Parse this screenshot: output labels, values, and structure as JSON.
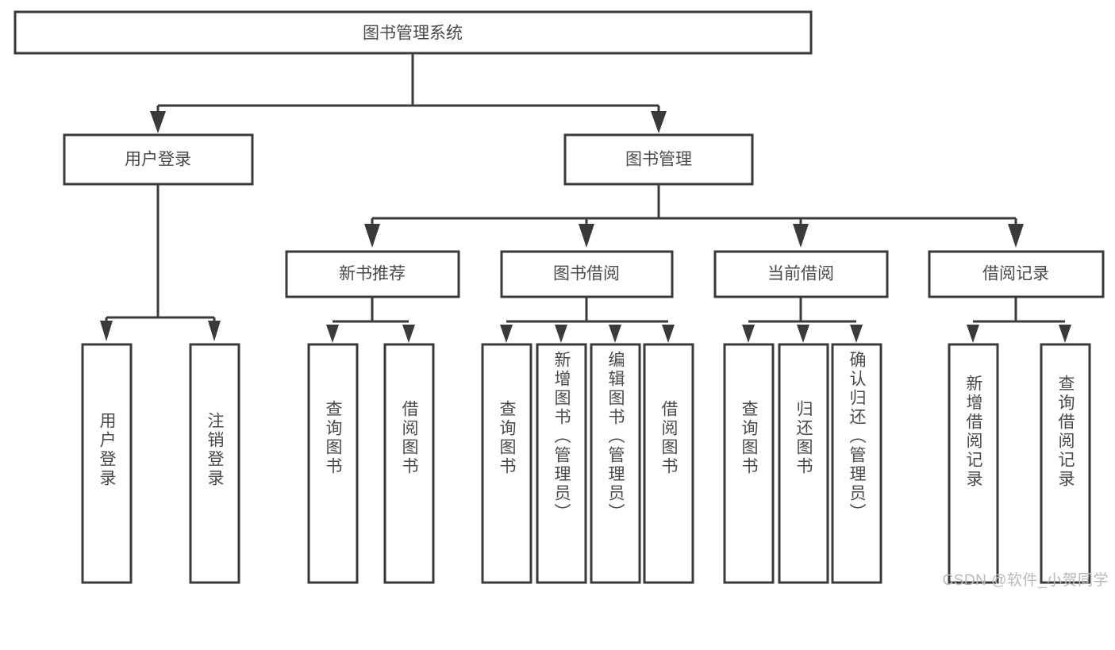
{
  "diagram": {
    "title": "图书管理系统",
    "type": "hierarchy-tree",
    "watermark": "CSDN @软件_小贺同学",
    "colors": {
      "stroke": "#3a3a3a",
      "box_fill": "#ffffff",
      "text": "#4a4a4a",
      "background": "#ffffff",
      "watermark": "#b9b9b9"
    },
    "levels": {
      "root": {
        "label": "图书管理系统"
      },
      "level2": [
        {
          "label": "用户登录"
        },
        {
          "label": "图书管理"
        }
      ],
      "level3": [
        {
          "label": "新书推荐"
        },
        {
          "label": "图书借阅"
        },
        {
          "label": "当前借阅"
        },
        {
          "label": "借阅记录"
        }
      ],
      "leaves": {
        "user_login": [
          {
            "label": "用户登录"
          },
          {
            "label": "注销登录"
          }
        ],
        "new_book_recommend": [
          {
            "label": "查询图书"
          },
          {
            "label": "借阅图书"
          }
        ],
        "book_borrow": [
          {
            "label": "查询图书"
          },
          {
            "label": "新增图书（管理员）"
          },
          {
            "label": "编辑图书（管理员）"
          },
          {
            "label": "借阅图书"
          }
        ],
        "current_borrow": [
          {
            "label": "查询图书"
          },
          {
            "label": "归还图书"
          },
          {
            "label": "确认归还（管理员）"
          }
        ],
        "borrow_record": [
          {
            "label": "新增借阅记录"
          },
          {
            "label": "查询借阅记录"
          }
        ]
      }
    }
  }
}
